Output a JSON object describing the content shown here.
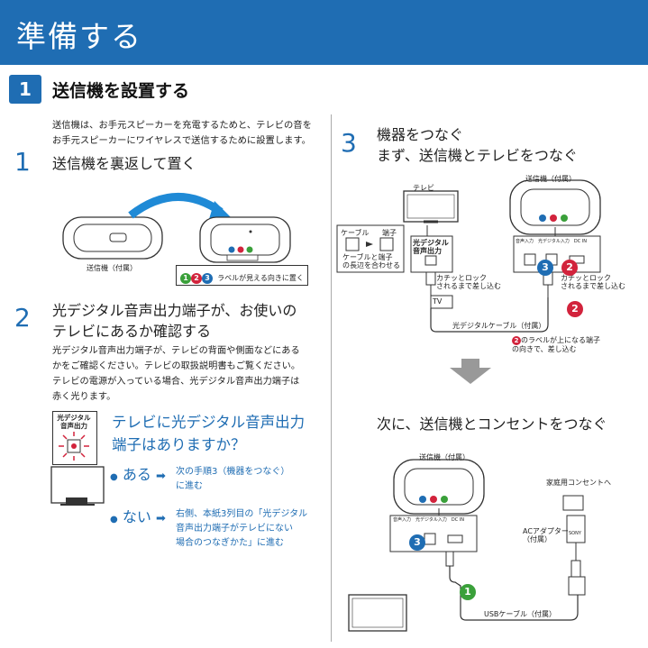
{
  "header": {
    "title": "準備する"
  },
  "section": {
    "number": "1",
    "title": "送信機を設置する"
  },
  "intro": {
    "line1": "送信機は、お手元スピーカーを充電するためと、テレビの音を",
    "line2": "お手元スピーカーにワイヤレスで送信するために設置します。"
  },
  "step1": {
    "number": "1",
    "text": "送信機を裏返して置く",
    "label_transmitter": "送信機（付属）",
    "label_badge": "ラベルが見える向きに置く"
  },
  "step2": {
    "number": "2",
    "text1": "光デジタル音声出力端子が、お使いの",
    "text2": "テレビにあるか確認する",
    "desc1": "光デジタル音声出力端子が、テレビの背面や側面などにある",
    "desc2": "かをご確認ください。テレビの取扱説明書もご覧ください。",
    "desc3": "テレビの電源が入っている場合、光デジタル音声出力端子は",
    "desc4": "赤く光ります。",
    "port_label1": "光デジタル",
    "port_label2": "音声出力"
  },
  "question": {
    "line1": "テレビに光デジタル音声出力",
    "line2": "端子はありますか？",
    "yes_bullet": "●",
    "yes_label": "ある",
    "yes_arrow": "➡",
    "yes_text1": "次の手順3（機器をつなぐ）",
    "yes_text2": "に進む",
    "no_bullet": "●",
    "no_label": "ない",
    "no_arrow": "➡",
    "no_text1": "右側、本紙3列目の「光デジタル",
    "no_text2": "音声出力端子がテレビにない",
    "no_text3": "場合のつなぎかた」に進む"
  },
  "step3": {
    "number": "3",
    "text1": "機器をつなぐ",
    "text2": "まず、送信機とテレビをつなぐ",
    "tv_label": "テレビ",
    "transmitter_label": "送信機（付属）",
    "cable_label": "ケーブル",
    "terminal_label": "端子",
    "align_text1": "ケーブルと端子",
    "align_text2": "の長辺を合わせる",
    "optical_label1": "光デジタル",
    "optical_label2": "音声出力",
    "click_text1": "カチッとロック",
    "click_text2": "されるまで差し込む",
    "click_text3": "カチッとロック",
    "click_text4": "されるまで差し込む",
    "optical_cable": "光デジタルケーブル（付属）",
    "tv_tag": "TV",
    "label2_text1": "のラベルが上になる端子",
    "label2_text2": "の向きで、差し込む",
    "port_small": "音声入力　光デジタル入力　DC IN"
  },
  "step3b": {
    "text": "次に、送信機とコンセントをつなぐ",
    "transmitter_label": "送信機（付属）",
    "outlet_label": "家庭用コンセントへ",
    "adapter_label1": "ACアダプター",
    "adapter_label2": "（付属）",
    "usb_label": "USBケーブル（付属）",
    "brand": "SONY"
  },
  "dots": {
    "one": "1",
    "two": "2",
    "three": "3"
  },
  "colors": {
    "accent": "#1f6db3",
    "red": "#d2233c",
    "green": "#3aa03a"
  }
}
